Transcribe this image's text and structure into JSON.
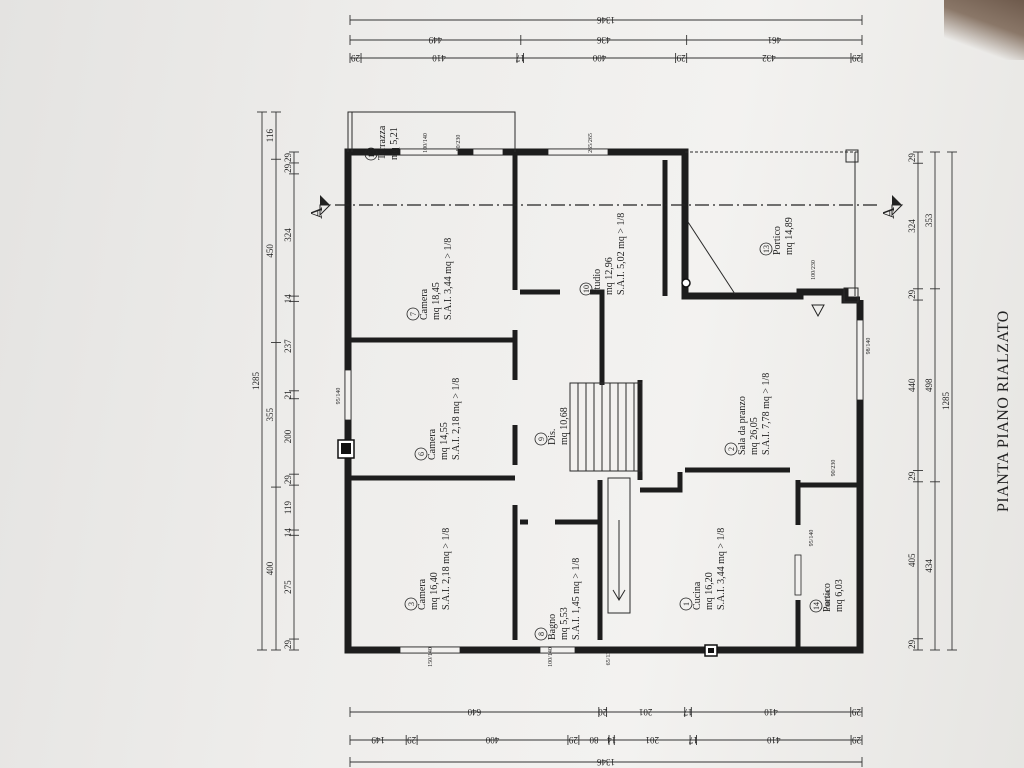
{
  "title": "PIANTA PIANO RIALZATO",
  "section_label": "A",
  "rooms": [
    {
      "num": "1",
      "name": "Cucina",
      "area": "mq 16,20",
      "sai": "S.A.I. 3,44 mq > 1/8"
    },
    {
      "num": "2",
      "name": "Sala da pranzo",
      "area": "mq 26,05",
      "sai": "S.A.I. 7,78 mq > 1/8"
    },
    {
      "num": "3",
      "name": "Camera",
      "area": "mq 16,40",
      "sai": "S.A.I. 2,18 mq > 1/8"
    },
    {
      "num": "6",
      "name": "Camera",
      "area": "mq 14,55",
      "sai": "S.A.I. 2,18 mq > 1/8"
    },
    {
      "num": "7",
      "name": "Camera",
      "area": "mq 18,45",
      "sai": "S.A.I. 3,44 mq > 1/8"
    },
    {
      "num": "8",
      "name": "Bagno",
      "area": "mq 5,53",
      "sai": "S.A.I. 1,45 mq > 1/8"
    },
    {
      "num": "9",
      "name": "Dis.",
      "area": "mq 10,68",
      "sai": ""
    },
    {
      "num": "10",
      "name": "Studio",
      "area": "mq 12,96",
      "sai": "S.A.I. 5,02 mq > 1/8"
    },
    {
      "num": "13",
      "name": "Portico",
      "area": "mq 14,89",
      "sai": ""
    },
    {
      "num": "14",
      "name": "Portico",
      "area": "mq 6,03",
      "sai": ""
    },
    {
      "num": "15",
      "name": "Terrazza",
      "area": "mq 5,21",
      "sai": ""
    }
  ],
  "dims_top": {
    "total": "1346",
    "row2": [
      "449",
      "436",
      "461"
    ],
    "row3": [
      "29",
      "410",
      "17",
      "400",
      "29",
      "432",
      "29"
    ]
  },
  "dims_left": {
    "total": "1285",
    "row2": [
      "400",
      "355",
      "450",
      "116"
    ],
    "row3": [
      "29",
      "275",
      "14",
      "119",
      "29",
      "200",
      "21",
      "237",
      "14",
      "324",
      "29",
      "29"
    ]
  },
  "dims_right": {
    "total": "1285",
    "row2": [
      "434",
      "498",
      "353"
    ],
    "row3": [
      "29",
      "405",
      "29",
      "440",
      "29",
      "324",
      "29"
    ]
  },
  "dims_bottom": {
    "total": "1346",
    "row2": [
      "149",
      "29",
      "400",
      "29",
      "80",
      "14",
      "201",
      "17",
      "410",
      "29"
    ],
    "row3": [
      "640",
      "20",
      "201",
      "17",
      "410",
      "29"
    ]
  },
  "openings": [
    "150/140",
    "100/140",
    "65/138",
    "95/140",
    "80/230",
    "100/140",
    "265/265",
    "100/230",
    "98/140",
    "95/140",
    "180/140",
    "90/230"
  ]
}
